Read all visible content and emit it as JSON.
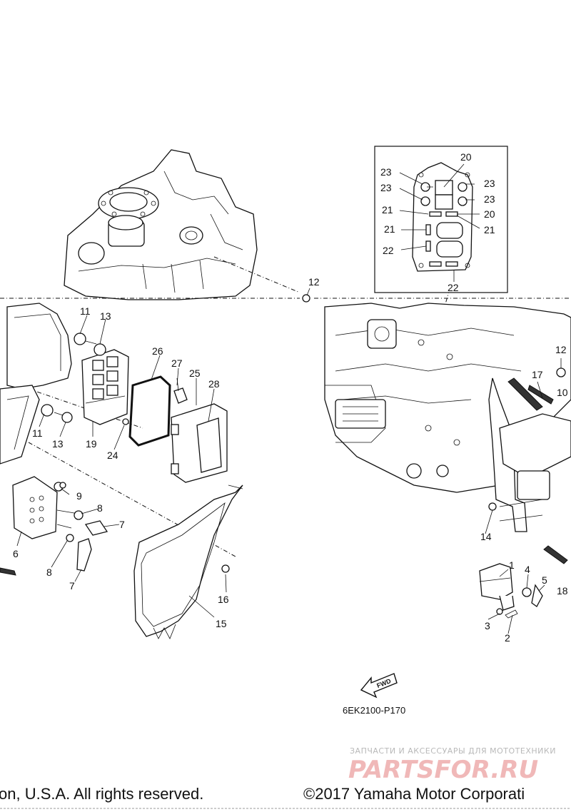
{
  "callouts": {
    "c1": "1",
    "c2": "2",
    "c3": "3",
    "c4": "4",
    "c5": "5",
    "c6": "6",
    "c7a": "7",
    "c7b": "7",
    "c8a": "8",
    "c8b": "8",
    "c9": "9",
    "c10": "10",
    "c11a": "11",
    "c11b": "11",
    "c12a": "12",
    "c12b": "12",
    "c13a": "13",
    "c13b": "13",
    "c14": "14",
    "c15": "15",
    "c16": "16",
    "c17": "17",
    "c18": "18",
    "c19": "19",
    "c20a": "20",
    "c20b": "20",
    "c21a": "21",
    "c21b": "21",
    "c21c": "21",
    "c22a": "22",
    "c22b": "22",
    "c23a": "23",
    "c23b": "23",
    "c23c": "23",
    "c23d": "23",
    "c24": "24",
    "c25": "25",
    "c26": "26",
    "c27": "27",
    "c28": "28"
  },
  "fwd_label": "FWD",
  "diagram_code": "6EK2100-P170",
  "footer": {
    "left": "on, U.S.A. All rights reserved.",
    "right": "©2017 Yamaha Motor Corporati"
  },
  "watermark": {
    "tagline": "ЗАПЧАСТИ И АКСЕССУАРЫ ДЛЯ МОТОТЕХНИКИ",
    "logo": "PARTSFOR.RU"
  }
}
